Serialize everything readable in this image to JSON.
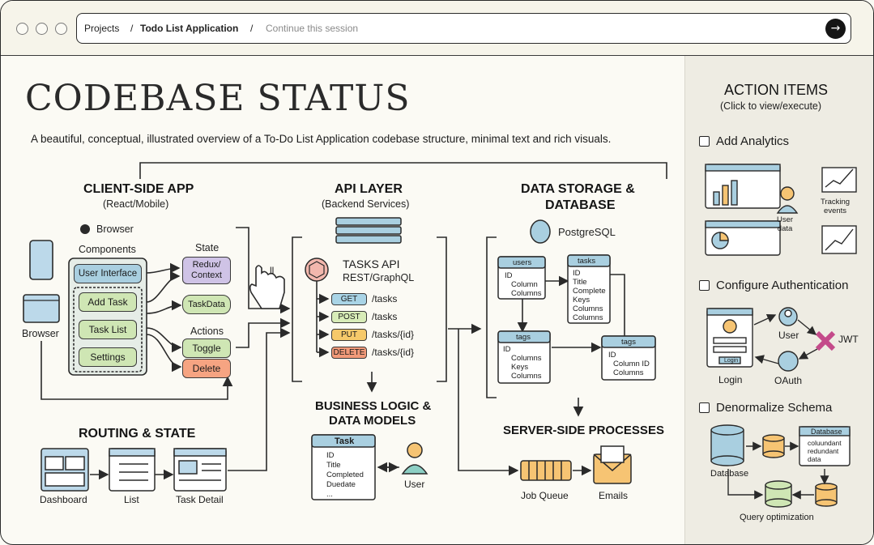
{
  "window": {
    "breadcrumb": [
      "Projects",
      "Todo List Application"
    ],
    "separator": "/",
    "placeholder": "Continue this session",
    "go_icon": "arrow-right-icon"
  },
  "page": {
    "title": "CODEBASE STATUS",
    "subtitle": "A beautiful, conceptual, illustrated overview of a To-Do List Application codebase structure, minimal text and rich visuals."
  },
  "client": {
    "title": "CLIENT-SIDE APP",
    "subtitle": "(React/Mobile)",
    "browser_brand": "Browser",
    "components_label": "Components",
    "device_label": "Browser",
    "components": [
      "User Interface",
      "Add Task",
      "Task List",
      "Settings"
    ],
    "state_label": "State",
    "state_items": [
      "Redux/\nContext",
      "TaskData"
    ],
    "actions_label": "Actions",
    "actions": [
      "Toggle",
      "Delete"
    ]
  },
  "routing": {
    "title": "ROUTING & STATE",
    "screens": [
      "Dashboard",
      "List",
      "Task Detail"
    ]
  },
  "api": {
    "title": "API LAYER",
    "subtitle": "(Backend Services)",
    "tasks_title": "TASKS API",
    "tasks_subtitle": "REST/GraphQL",
    "cursor_label": "ll",
    "endpoints": [
      {
        "method": "GET",
        "path": "/tasks",
        "color": "#a9d4e6"
      },
      {
        "method": "POST",
        "path": "/tasks",
        "color": "#d8ecb8"
      },
      {
        "method": "PUT",
        "path": "/tasks/{id}",
        "color": "#f6c96a"
      },
      {
        "method": "DELETE",
        "path": "/tasks/{id}",
        "color": "#f29a7a"
      }
    ]
  },
  "business": {
    "title_line1": "BUSINESS LOGIC &",
    "title_line2": "DATA MODELS",
    "model_title": "Task",
    "model_fields": [
      "ID",
      "Title",
      "Completed",
      "Duedate",
      "..."
    ],
    "user_label": "User"
  },
  "storage": {
    "title_line1": "DATA STORAGE &",
    "title_line2": "DATABASE",
    "db_brand": "PostgreSQL",
    "tables": [
      {
        "name": "users",
        "fields": [
          "ID",
          "Column",
          "Columns"
        ]
      },
      {
        "name": "tasks",
        "fields": [
          "ID",
          "Title",
          "Complete",
          "Keys",
          "Columns",
          "Columns"
        ]
      },
      {
        "name": "tags",
        "fields": [
          "ID",
          "Columns",
          "Keys",
          "Columns"
        ]
      },
      {
        "name": "tags",
        "fields": [
          "ID",
          "Column ID",
          "Columns"
        ]
      }
    ]
  },
  "server": {
    "title": "SERVER-SIDE PROCESSES",
    "items": [
      "Job Queue",
      "Emails"
    ]
  },
  "actions": {
    "title": "ACTION ITEMS",
    "subtitle": "(Click to view/execute)",
    "items": [
      {
        "label": "Add Analytics",
        "checked": false,
        "notes": [
          "User\ndata",
          "Tracking\nevents"
        ]
      },
      {
        "label": "Configure Authentication",
        "checked": false,
        "notes": [
          "User",
          "JWT",
          "Login",
          "OAuth"
        ],
        "login_btn": "Login"
      },
      {
        "label": "Denormalize Schema",
        "checked": false,
        "notes": [
          "Database",
          "Query optimization"
        ],
        "db_card_title": "Database",
        "db_card_fields": [
          "coluundant",
          "redundant",
          "data"
        ]
      }
    ]
  },
  "colors": {
    "blue": "#a9cfe0",
    "green": "#cfe6b4",
    "purple": "#cfc3e6",
    "orange": "#f6c473",
    "red": "#f09a82",
    "teal": "#8ccfc4"
  }
}
